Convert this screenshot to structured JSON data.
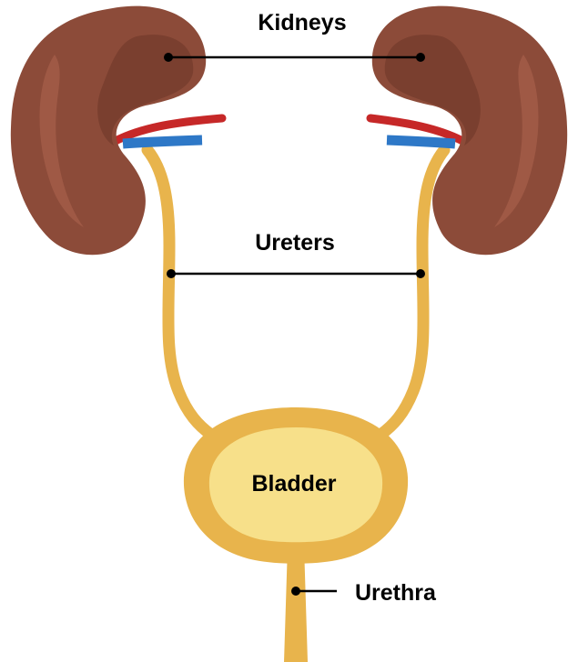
{
  "labels": {
    "kidneys": "Kidneys",
    "ureters": "Ureters",
    "bladder": "Bladder",
    "urethra": "Urethra"
  },
  "colors": {
    "kidney_outer": "#8c4b39",
    "kidney_shade": "#7a3f2f",
    "kidney_highlight": "#a45d48",
    "artery": "#c62828",
    "vein": "#2e78c7",
    "ureter": "#e8b44c",
    "bladder_wall": "#e8b44c",
    "bladder_inner": "#f7e08a",
    "leader_line": "#000000"
  },
  "icons": {
    "kidney": "kidney-icon",
    "bladder": "bladder-icon"
  }
}
